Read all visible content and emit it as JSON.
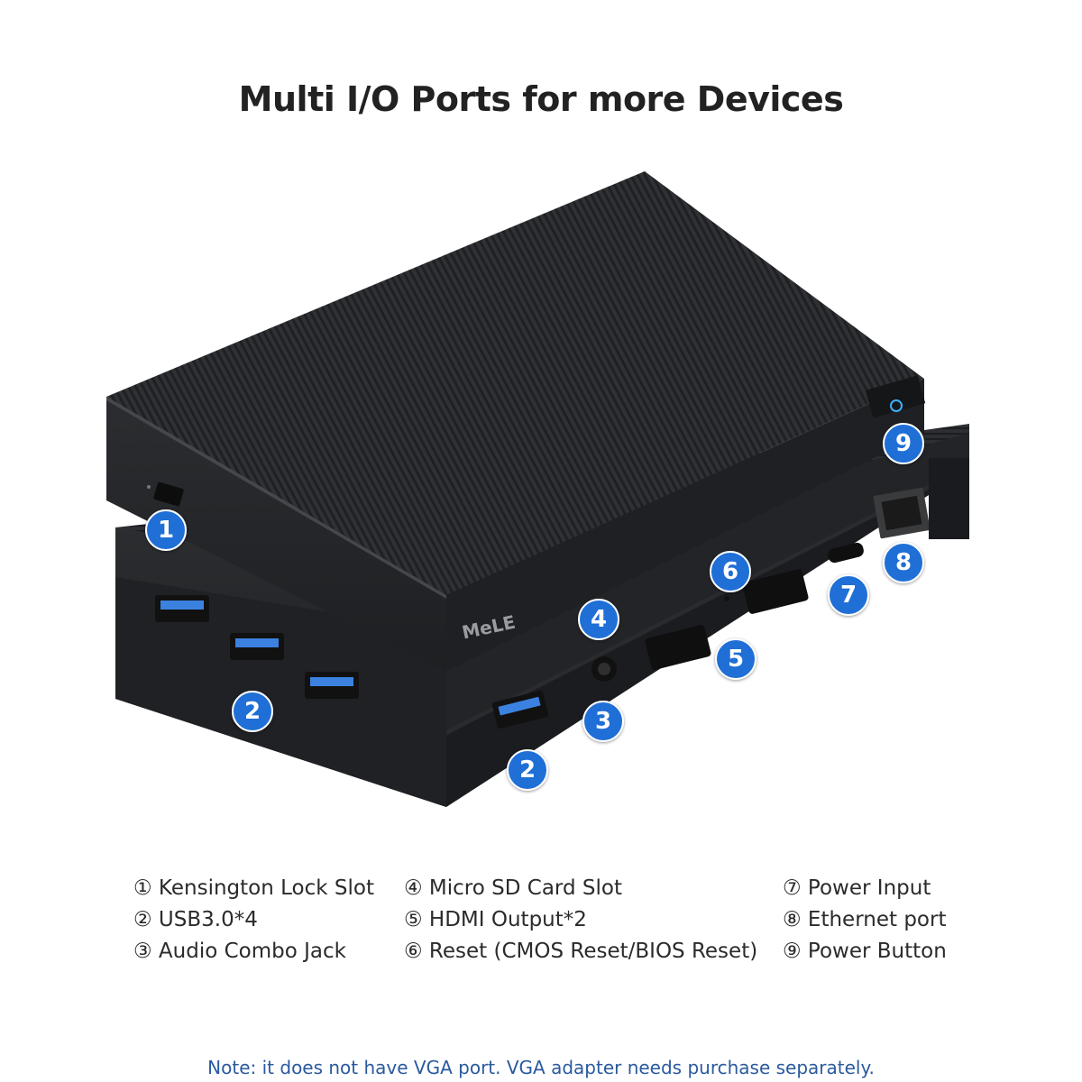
{
  "title": "Multi I/O Ports for more Devices",
  "brand_logo": "MeLE",
  "callouts": [
    "1",
    "2",
    "2",
    "3",
    "4",
    "5",
    "6",
    "7",
    "8",
    "9"
  ],
  "legend": {
    "col1": [
      "① Kensington Lock Slot",
      "② USB3.0*4",
      "③ Audio Combo Jack"
    ],
    "col2": [
      "④ Micro SD Card Slot",
      "⑤ HDMI Output*2",
      "⑥ Reset (CMOS Reset/BIOS Reset)"
    ],
    "col3": [
      "⑦ Power Input",
      "⑧ Ethernet port",
      "⑨ Power Button"
    ]
  },
  "note": "Note: it does not have VGA port. VGA adapter needs purchase separately.",
  "colors": {
    "badge": "#1f6fd6",
    "note_text": "#2a5a9e",
    "device_body": "#2c2e31"
  }
}
